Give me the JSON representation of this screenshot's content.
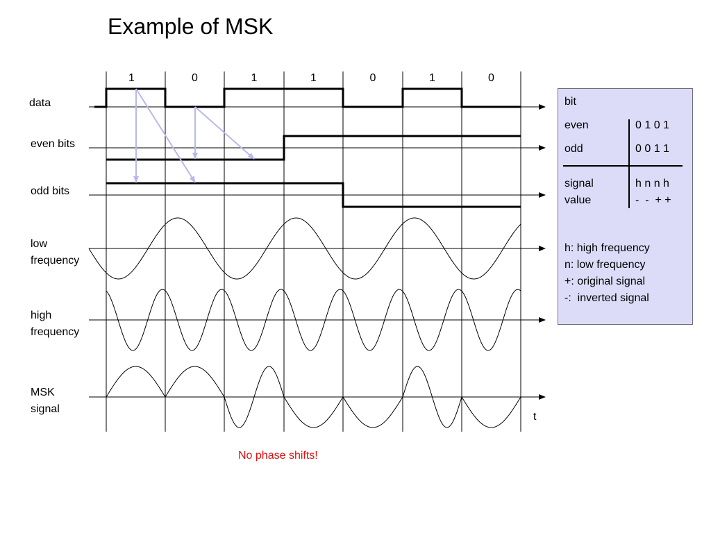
{
  "title": "Example of MSK",
  "bits": [
    "1",
    "0",
    "1",
    "1",
    "0",
    "1",
    "0"
  ],
  "row_labels": {
    "data": "data",
    "even_bits": "even bits",
    "odd_bits": "odd bits",
    "low_frequency": "low\nfrequency",
    "high_frequency": "high\nfrequency",
    "msk_signal": "MSK\nsignal"
  },
  "time_label": "t",
  "legend": {
    "header": "bit",
    "even_label": "even",
    "even_values": "0 1 0 1",
    "odd_label": "odd",
    "odd_values": "0 0 1 1",
    "signal_label": "signal",
    "value_label": "value",
    "signal_values": "h n n h",
    "value_values": "-  -  + +",
    "notes": [
      "h: high frequency",
      "n: low frequency",
      "+: original signal",
      "-:  inverted signal"
    ]
  },
  "footnote": "No phase shifts!",
  "colors": {
    "arrow": "#b8b8ee",
    "footnote": "#e01010",
    "legend_bg": "#dcdcf8"
  }
}
